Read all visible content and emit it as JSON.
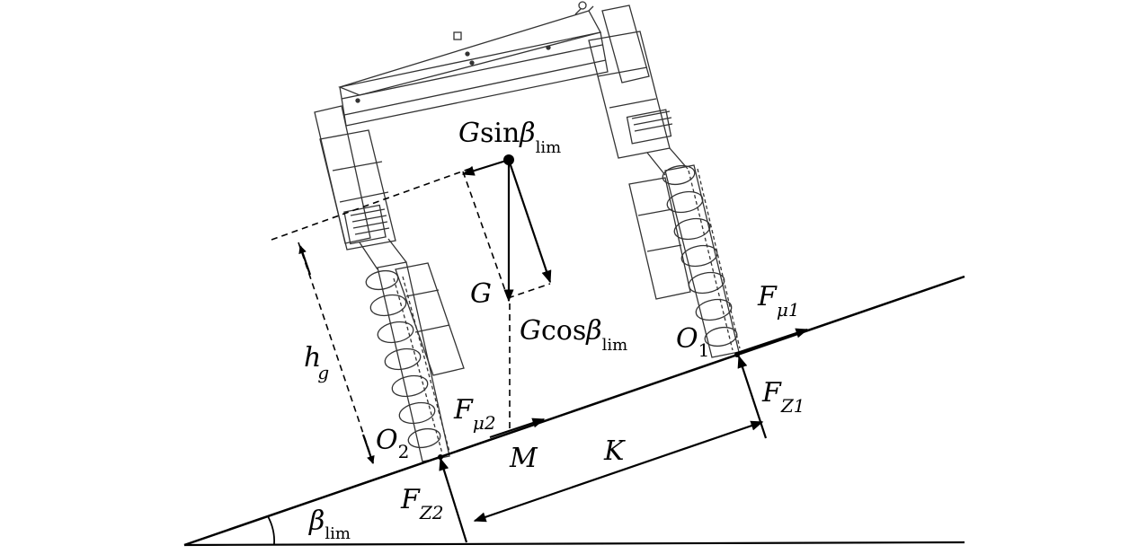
{
  "labels": {
    "g_sin_G": "G",
    "g_sin_func": "sin",
    "g_sin_beta": "β",
    "g_sin_sub": "lim",
    "g": "G",
    "g_cos_G": "G",
    "g_cos_func": "cos",
    "g_cos_beta": "β",
    "g_cos_sub": "lim",
    "hg_main": "h",
    "hg_sub": "g",
    "o1_main": "O",
    "o1_sub": "1",
    "o2_main": "O",
    "o2_sub": "2",
    "fmu1_main": "F",
    "fmu1_sub": "μ1",
    "fmu2_main": "F",
    "fmu2_sub": "μ2",
    "fz1_main": "F",
    "fz1_sub": "Z1",
    "fz2_main": "F",
    "fz2_sub": "Z2",
    "m": "M",
    "k": "K",
    "beta_main": "β",
    "beta_sub": "lim"
  },
  "colors": {
    "line": "#000000",
    "drawing": "#333333",
    "background": "#ffffff"
  }
}
